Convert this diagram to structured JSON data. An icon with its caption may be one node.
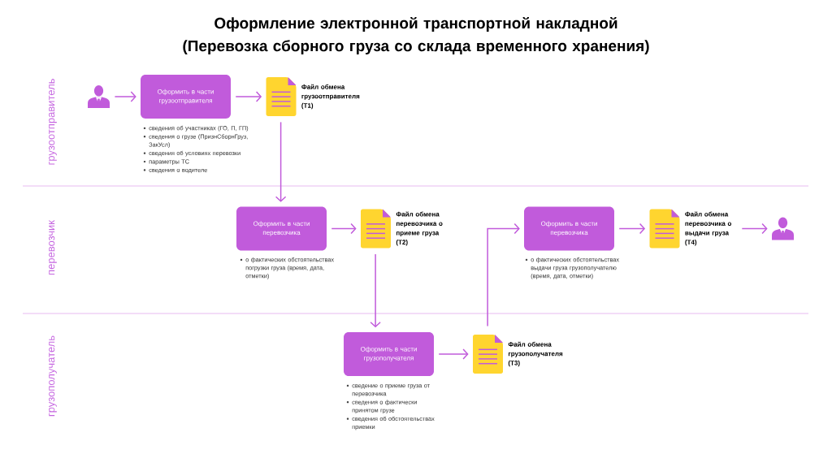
{
  "diagram": {
    "title": "Оформление электронной транспортной накладной (Перевозка сборного груза со склада временного хранения)",
    "nodes": [
      {
        "text": [],
        "shape": "person"
      },
      {
        "text": [
          "Оформить в части грузоотправителя"
        ],
        "beside": [
          "сведения об участниках (ГО, П, ГП)",
          "сведения о грузе (ПризнСборнГруз, ЗакУсл)",
          "сведения об условиях перевозки",
          "параметры ТС",
          "сведения о водителе"
        ]
      },
      {
        "text": [],
        "shape": "document",
        "beside": [
          "Файл обмена грузоотправителя (Т1)"
        ]
      },
      {
        "text": [
          "Оформить в части перевозчика"
        ],
        "beside": [
          "о фактических обстоятельствах погрузки груза (время, дата, отметки)"
        ]
      },
      {
        "text": [],
        "shape": "document",
        "beside": [
          "Файл обмена перевозчика о приеме груза (Т2)"
        ]
      },
      {
        "text": [
          "Оформить в части грузополучателя"
        ],
        "beside": [
          "сведение о приеме груза от перевозчика",
          "сведения о фактически принятом грузе",
          "сведения об обстоятельствах приемки"
        ]
      },
      {
        "text": [],
        "shape": "document",
        "beside": [
          "Файл обмена грузополучателя (Т3)"
        ]
      },
      {
        "text": [
          "Оформить в части перевозчика"
        ],
        "beside": [
          "о фактических обстоятельствах выдачи груза грузополучателю (время, дата, отметки)"
        ]
      },
      {
        "text": [],
        "shape": "document",
        "beside": [
          "Файл обмена перевозчика о выдачи груза (Т4)"
        ]
      },
      {
        "text": [],
        "shape": "person"
      }
    ],
    "edges": [
      {
        "from": 0,
        "to": 1,
        "arrow": "to"
      },
      {
        "from": 1,
        "to": 2,
        "arrow": "to"
      },
      {
        "from": 2,
        "to": 3,
        "arrow": "to"
      },
      {
        "from": 3,
        "to": 4,
        "arrow": "to"
      },
      {
        "from": 4,
        "to": 5,
        "arrow": "to"
      },
      {
        "from": 5,
        "to": 6,
        "arrow": "to"
      },
      {
        "from": 6,
        "to": 7,
        "arrow": "to"
      },
      {
        "from": 7,
        "to": 8,
        "arrow": "to"
      },
      {
        "from": 8,
        "to": 9,
        "arrow": "to"
      }
    ],
    "labels": [
      "грузоотправитель",
      "перевозчик",
      "грузополучатель"
    ]
  }
}
